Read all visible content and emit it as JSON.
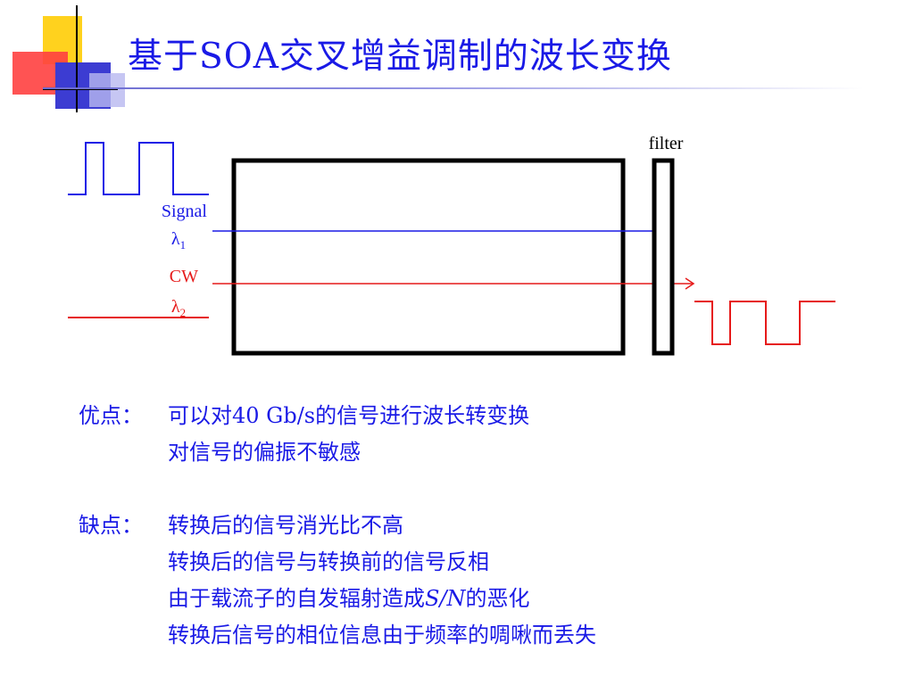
{
  "title": "基于SOA交叉增益调制的波长变换",
  "diagram": {
    "filter_label": "filter",
    "signal_label": "Signal",
    "signal_lambda": "λ",
    "signal_subscript": "1",
    "cw_label": "CW",
    "cw_lambda": "λ",
    "cw_subscript": "2",
    "colors": {
      "signal": "#1a1ae6",
      "cw": "#e61a1a",
      "outline": "#000000"
    }
  },
  "advantages": {
    "label": "优点：",
    "items": [
      "可以对40 Gb/s的信号进行波长转变换",
      "对信号的偏振不敏感"
    ]
  },
  "disadvantages": {
    "label": "缺点：",
    "items": [
      "转换后的信号消光比不高",
      "转换后的信号与转换前的信号反相",
      {
        "pre": "由于载流子的自发辐射造成",
        "italic": "S/N",
        "post": "的恶化"
      },
      "转换后信号的相位信息由于频率的啁啾而丢失"
    ]
  },
  "accent_colors": {
    "text": "#1a1ae6",
    "deco_yellow": "#ffd21e",
    "deco_red": "#ff3b3b",
    "deco_blue": "#3c3cd2"
  }
}
